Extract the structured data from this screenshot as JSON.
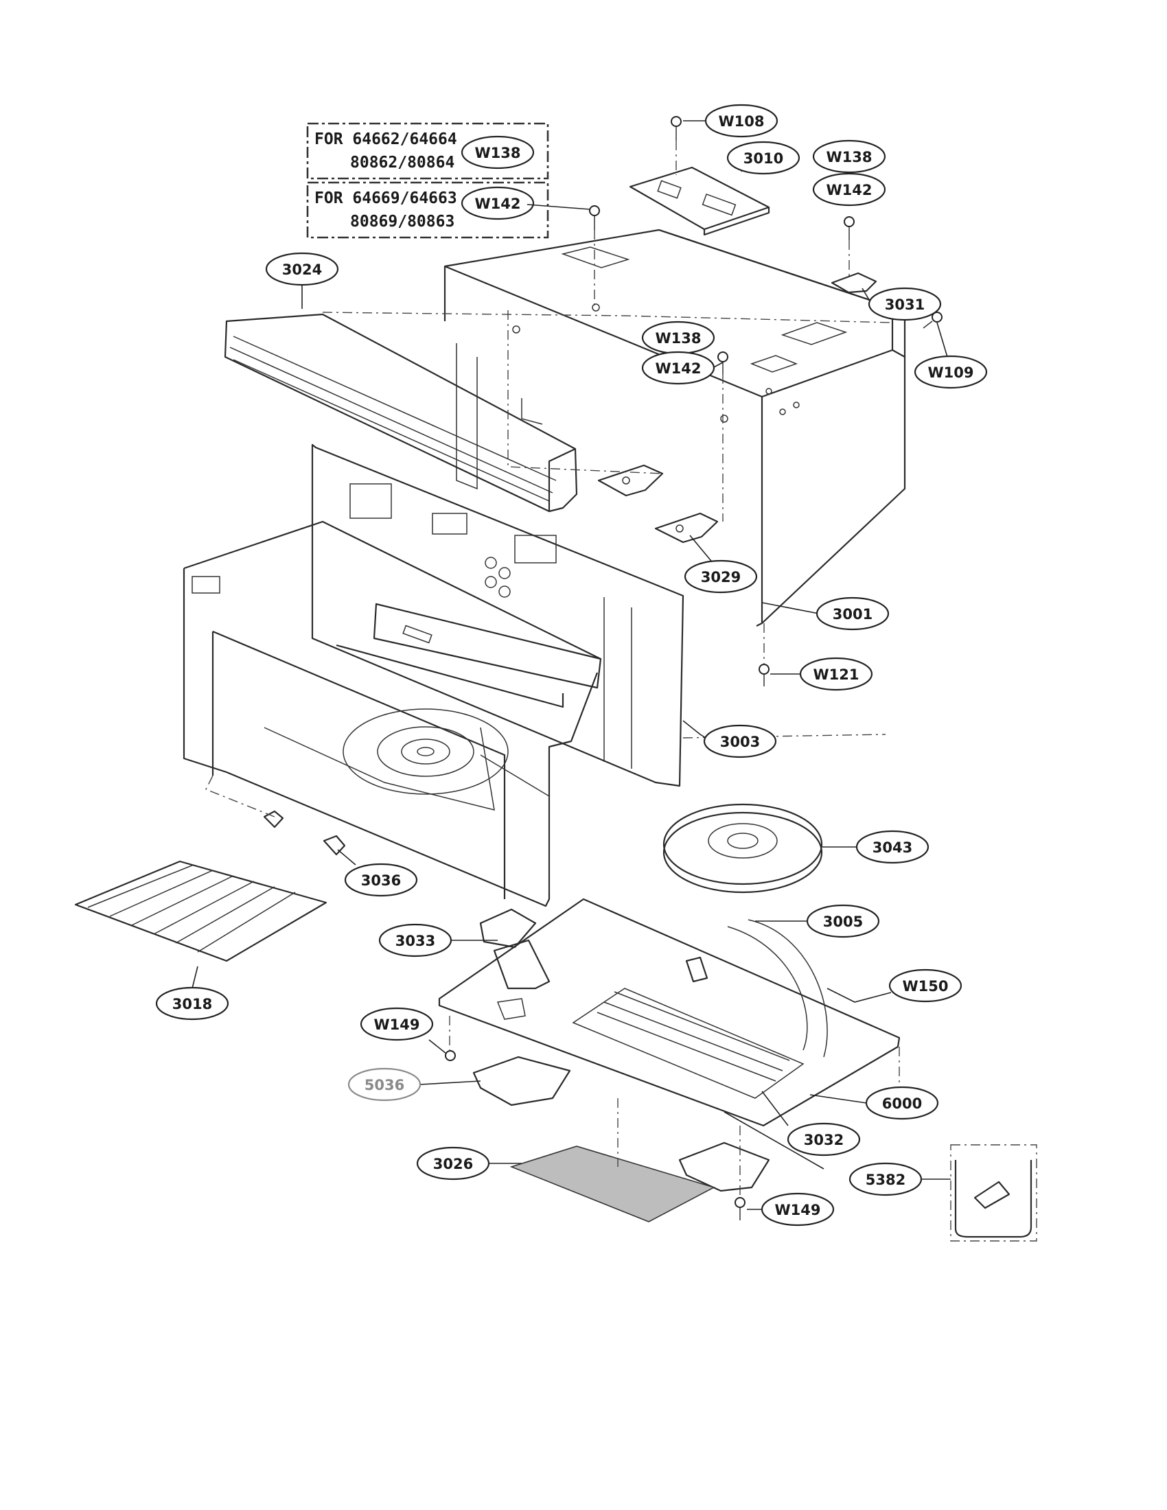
{
  "variant_notes": [
    {
      "line1": "FOR 64662/64664",
      "line2": "80862/80864",
      "code": "W138"
    },
    {
      "line1": "FOR 64669/64663",
      "line2": "80869/80863",
      "code": "W142"
    }
  ],
  "callouts": [
    {
      "label": "W108"
    },
    {
      "label": "3010"
    },
    {
      "label": "W138"
    },
    {
      "label": "W142"
    },
    {
      "label": "3024"
    },
    {
      "label": "3031"
    },
    {
      "label": "W138"
    },
    {
      "label": "W142"
    },
    {
      "label": "W109"
    },
    {
      "label": "3029"
    },
    {
      "label": "3001"
    },
    {
      "label": "W121"
    },
    {
      "label": "3003"
    },
    {
      "label": "3043"
    },
    {
      "label": "3036"
    },
    {
      "label": "3005"
    },
    {
      "label": "3033"
    },
    {
      "label": "3018"
    },
    {
      "label": "W150"
    },
    {
      "label": "W149"
    },
    {
      "label": "5036"
    },
    {
      "label": "6000"
    },
    {
      "label": "3032"
    },
    {
      "label": "3026"
    },
    {
      "label": "5382"
    },
    {
      "label": "W149"
    }
  ],
  "colors": {
    "line": "#2a2a2a",
    "faded": "#8a8a8a",
    "filter": "#bdbdbd"
  }
}
